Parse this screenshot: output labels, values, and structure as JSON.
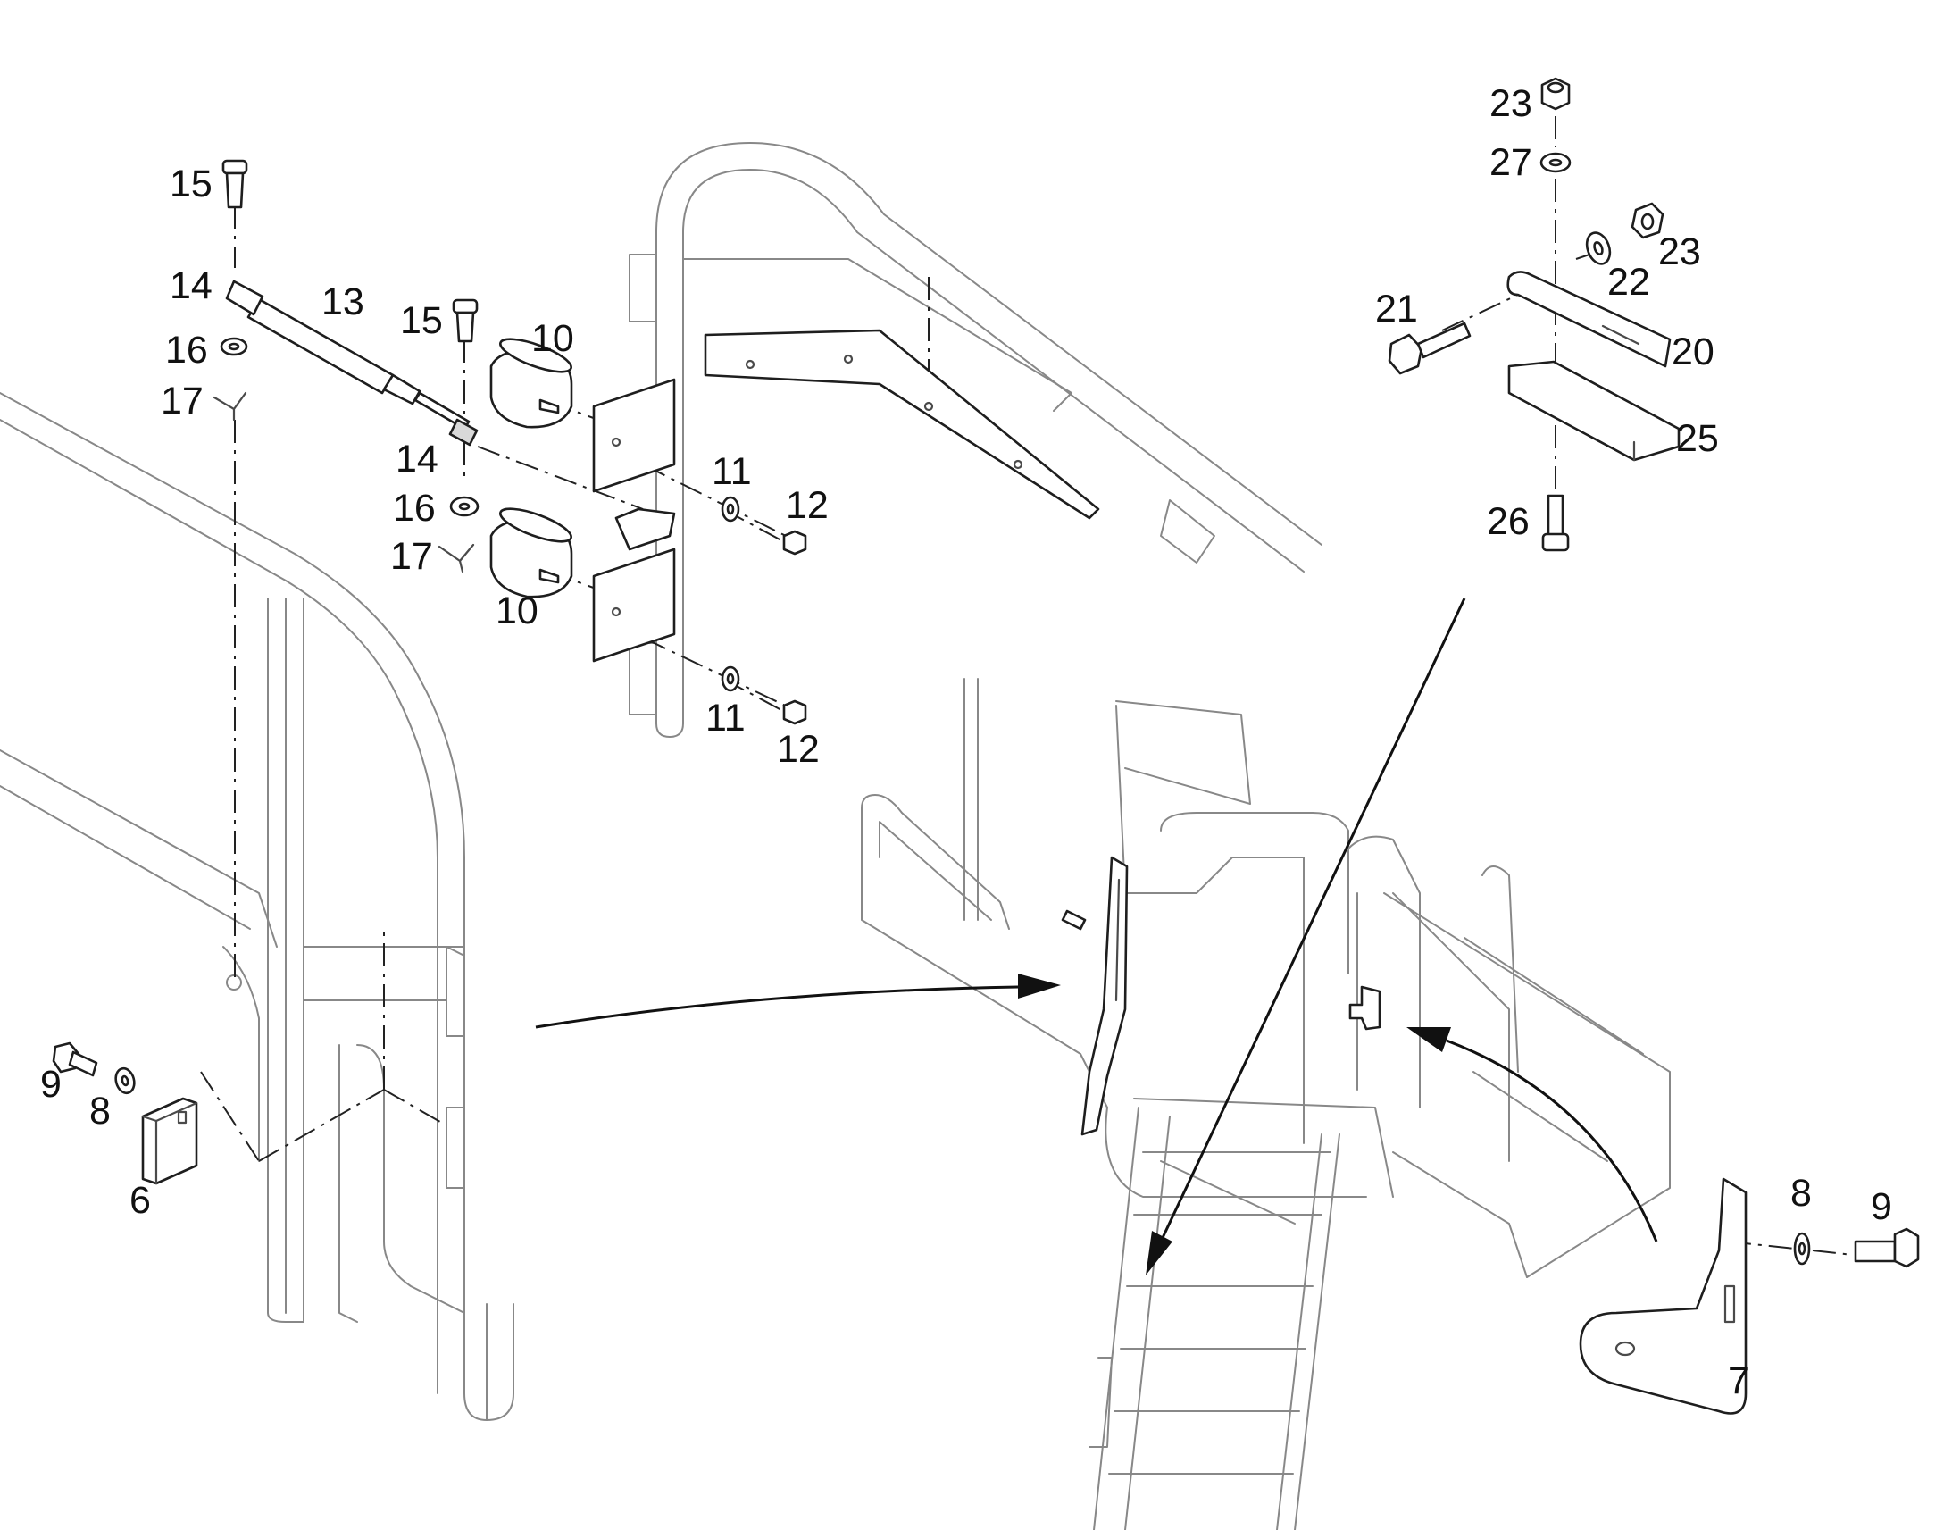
{
  "diagram": {
    "callouts": [
      {
        "id": "c15a",
        "text": "15"
      },
      {
        "id": "c14a",
        "text": "14"
      },
      {
        "id": "c13",
        "text": "13"
      },
      {
        "id": "c16a",
        "text": "16"
      },
      {
        "id": "c17a",
        "text": "17"
      },
      {
        "id": "c15b",
        "text": "15"
      },
      {
        "id": "c10a",
        "text": "10"
      },
      {
        "id": "c14b",
        "text": "14"
      },
      {
        "id": "c16b",
        "text": "16"
      },
      {
        "id": "c17b",
        "text": "17"
      },
      {
        "id": "c10b",
        "text": "10"
      },
      {
        "id": "c11a",
        "text": "11"
      },
      {
        "id": "c12a",
        "text": "12"
      },
      {
        "id": "c11b",
        "text": "11"
      },
      {
        "id": "c12b",
        "text": "12"
      },
      {
        "id": "c23a",
        "text": "23"
      },
      {
        "id": "c27",
        "text": "27"
      },
      {
        "id": "c23b",
        "text": "23"
      },
      {
        "id": "c22",
        "text": "22"
      },
      {
        "id": "c21",
        "text": "21"
      },
      {
        "id": "c20",
        "text": "20"
      },
      {
        "id": "c25",
        "text": "25"
      },
      {
        "id": "c26",
        "text": "26"
      },
      {
        "id": "c9a",
        "text": "9"
      },
      {
        "id": "c8a",
        "text": "8"
      },
      {
        "id": "c6",
        "text": "6"
      },
      {
        "id": "c8b",
        "text": "8"
      },
      {
        "id": "c9b",
        "text": "9"
      },
      {
        "id": "c7",
        "text": "7"
      }
    ]
  }
}
